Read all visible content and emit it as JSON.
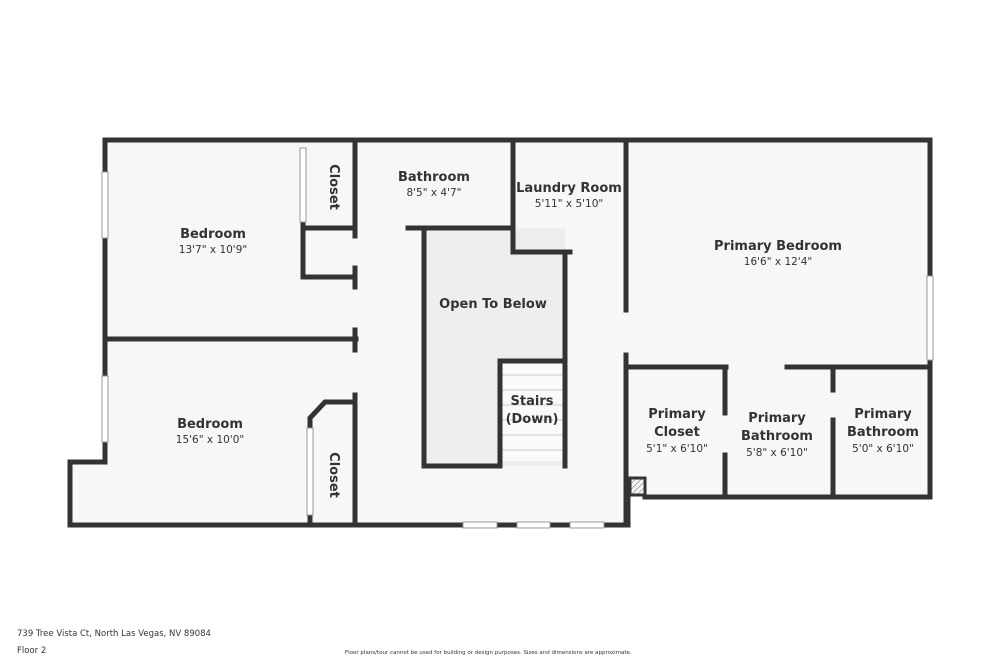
{
  "rooms": {
    "bedroom1": {
      "name": "Bedroom",
      "dims": "13'7\" x 10'9\""
    },
    "bedroom2": {
      "name": "Bedroom",
      "dims": "15'6\" x 10'0\""
    },
    "closet1": {
      "name": "Closet"
    },
    "closet2": {
      "name": "Closet"
    },
    "bathroom": {
      "name": "Bathroom",
      "dims": "8'5\" x 4'7\""
    },
    "laundry": {
      "name": "Laundry Room",
      "dims": "5'11\" x 5'10\""
    },
    "open_below": {
      "name": "Open To Below"
    },
    "stairs": {
      "line1": "Stairs",
      "line2": "(Down)"
    },
    "primary_bedroom": {
      "name": "Primary Bedroom",
      "dims": "16'6\" x 12'4\""
    },
    "primary_closet": {
      "line1": "Primary",
      "line2": "Closet",
      "dims": "5'1\" x 6'10\""
    },
    "primary_bath1": {
      "line1": "Primary",
      "line2": "Bathroom",
      "dims": "5'8\" x 6'10\""
    },
    "primary_bath2": {
      "line1": "Primary",
      "line2": "Bathroom",
      "dims": "5'0\" x 6'10\""
    }
  },
  "footer": {
    "address": "739 Tree Vista Ct, North Las Vegas, NV 89084",
    "floor": "Floor 2",
    "disclaimer": "Floor plans/tour cannot be used for building or design purposes. Sizes and dimensions are approximate."
  },
  "colors": {
    "wall": "#333333",
    "room_fill": "#f7f7f7",
    "open_below_fill": "#eeeeee"
  }
}
